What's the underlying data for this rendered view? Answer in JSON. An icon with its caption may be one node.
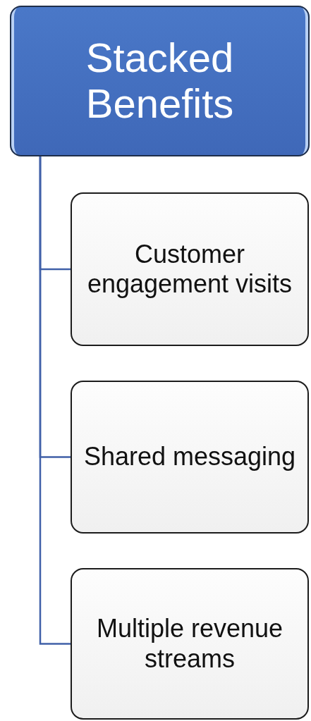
{
  "diagram": {
    "nodes": [
      {
        "text": [
          "Stacked Benefits"
        ]
      },
      {
        "text": [
          "Customer engagement visits"
        ]
      },
      {
        "text": [
          "Shared messaging"
        ]
      },
      {
        "text": [
          "Multiple revenue streams"
        ]
      }
    ],
    "edges": [
      {
        "from": 0,
        "to": 1,
        "arrow": "none"
      },
      {
        "from": 0,
        "to": 2,
        "arrow": "none"
      },
      {
        "from": 0,
        "to": 3,
        "arrow": "none"
      }
    ]
  }
}
